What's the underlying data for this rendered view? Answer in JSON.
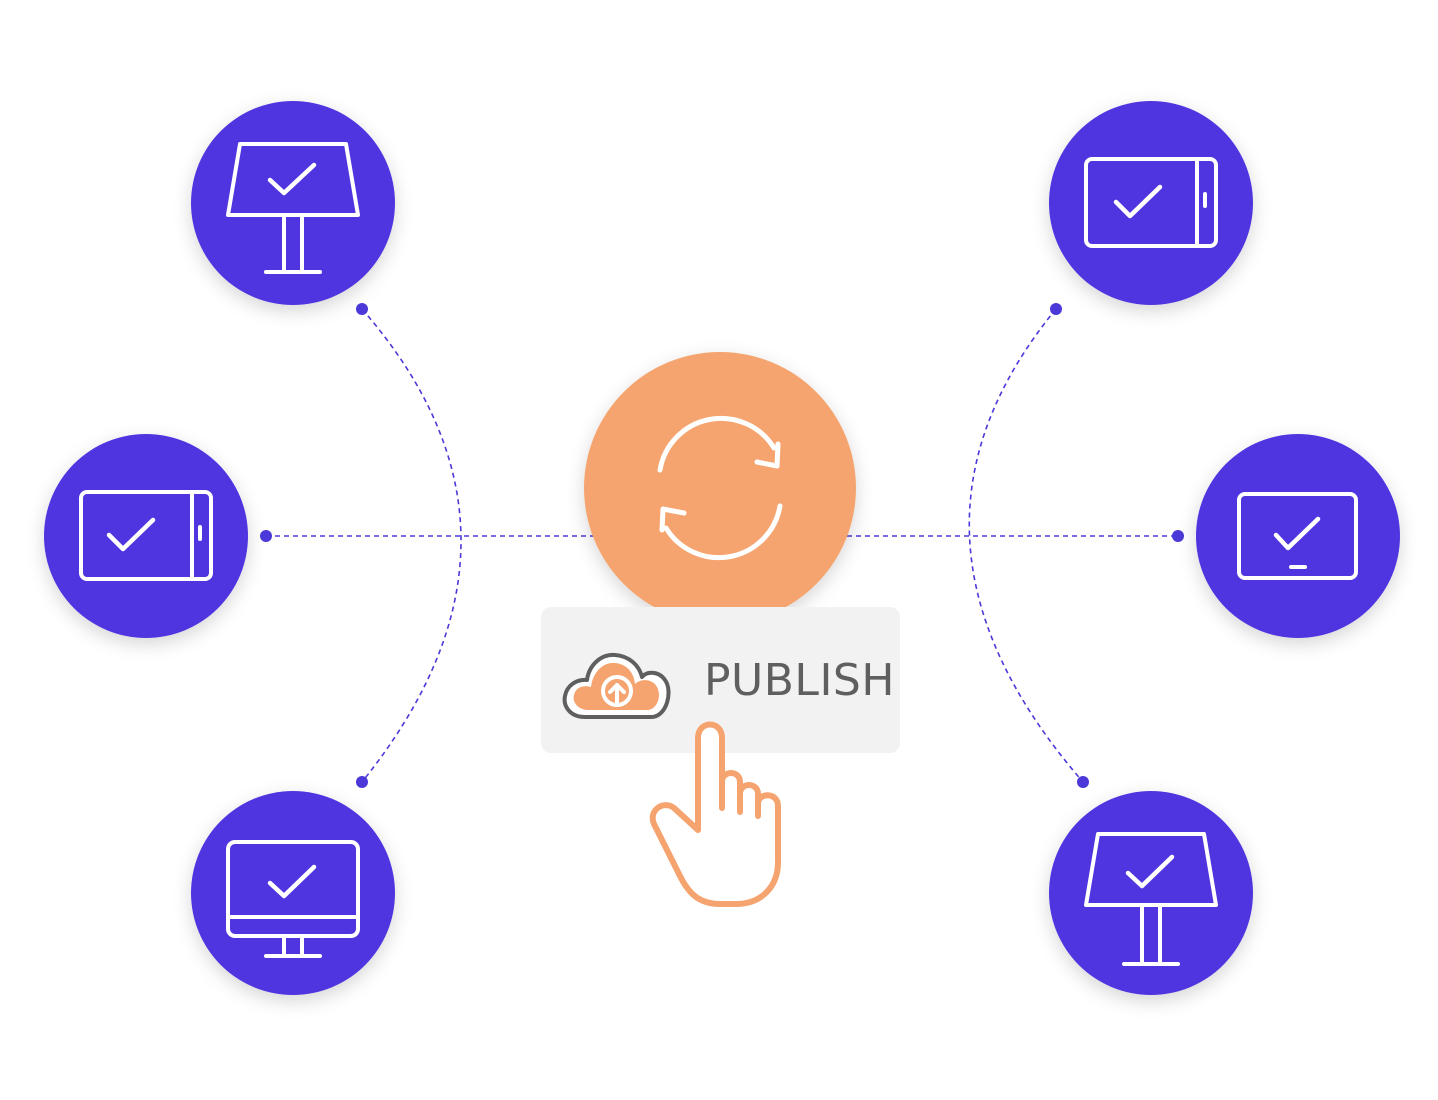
{
  "colors": {
    "device_circle": "#5036df",
    "device_line": "#ffffff",
    "connector": "#4a39d8",
    "sync_circle": "#f5a46f",
    "publish_bg": "#f2f2f2",
    "publish_text": "#5f5f5f",
    "accent_orange": "#f5a46f"
  },
  "center": {
    "icon": "sync-icon"
  },
  "publish_button": {
    "label": "PUBLISH",
    "icon": "cloud-upload-icon",
    "pointer_icon": "hand-pointer-icon"
  },
  "devices": [
    {
      "id": "top-left",
      "icon": "kiosk-icon",
      "status": "check"
    },
    {
      "id": "middle-left",
      "icon": "tablet-icon",
      "status": "check"
    },
    {
      "id": "bottom-left",
      "icon": "monitor-icon",
      "status": "check"
    },
    {
      "id": "top-right",
      "icon": "tablet-icon",
      "status": "check"
    },
    {
      "id": "middle-right",
      "icon": "tv-icon",
      "status": "check"
    },
    {
      "id": "bottom-right",
      "icon": "kiosk-icon",
      "status": "check"
    }
  ]
}
